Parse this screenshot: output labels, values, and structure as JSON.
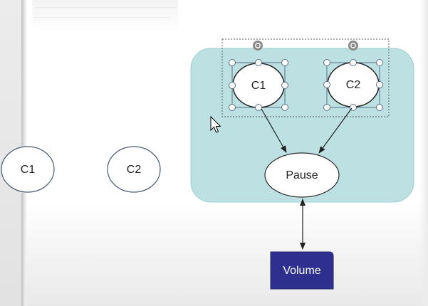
{
  "nodes": {
    "c1_outside": "C1",
    "c2_outside": "C2",
    "c1_inside": "C1",
    "c2_inside": "C2",
    "pause": "Pause",
    "volume": "Volume"
  },
  "colors": {
    "group_fill": "#bde1e3",
    "group_stroke": "#9fcfd2",
    "volume_fill": "#2e2f8e",
    "handle_stroke": "#5a6f85",
    "arrow": "#222222"
  }
}
